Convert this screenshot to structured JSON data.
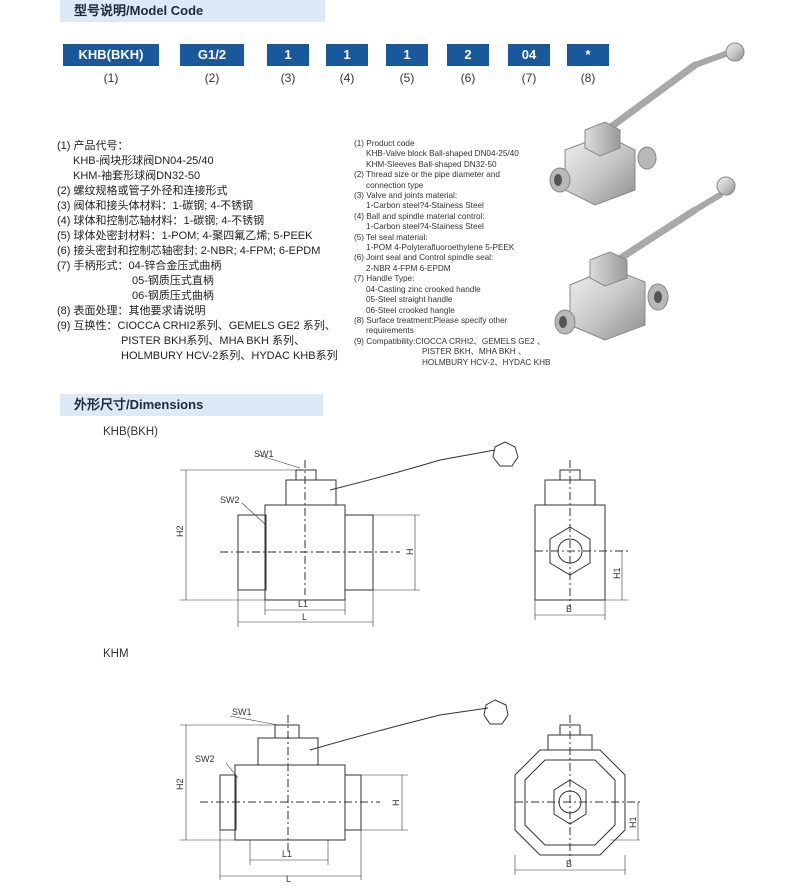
{
  "model_code": {
    "title": "型号说明/Model Code",
    "codes": [
      "KHB(BKH)",
      "G1/2",
      "1",
      "1",
      "1",
      "2",
      "04",
      "*"
    ],
    "indices": [
      "(1)",
      "(2)",
      "(3)",
      "(4)",
      "(5)",
      "(6)",
      "(7)",
      "(8)"
    ]
  },
  "cn_spec": [
    "(1) 产品代号：",
    "KHB-阀块形球阀DN04-25/40",
    "KHM-袖套形球阀DN32-50",
    "(2) 螺纹规格或管子外径和连接形式",
    "(3) 阀体和接头体材料：1-碳钢; 4-不锈钢",
    "(4) 球体和控制芯轴材料：1-碳钢; 4-不锈钢",
    "(5) 球体处密封材料：1-POM; 4-聚四氟乙烯; 5-PEEK",
    "(6) 接头密封和控制芯轴密封; 2-NBR; 4-FPM; 6-EPDM",
    "(7) 手柄形式：04-锌合金压式曲柄",
    "05-钢质压式直柄",
    "06-钢质压式曲柄",
    "(8) 表面处理：其他要求请说明",
    "(9) 互换性：CIOCCA CRHI2系列、GEMELS GE2 系列、",
    "PISTER BKH系列、MHA BKH 系列、",
    "HOLMBURY HCV-2系列、HYDAC KHB系列"
  ],
  "en_spec": [
    "(1) Product code",
    "KHB-Valve block Ball-shaped DN04-25/40",
    "KHM-Sleeves Ball-shaped DN32-50",
    "(2) Thread size or the pipe diameter and",
    "connection type",
    "(3) Valve and joints material:",
    "1-Carbon steel?4-Stainess Steel",
    "(4) Ball and spindle material control:",
    "1-Carbon steel?4-Stainess Steel",
    "(5) Tel seal material:",
    "1-POM 4-Polyterafluoroethylene  5-PEEK",
    "(6) Joint seal and Control spindle seal:",
    "2-NBR 4-FPM 6-EPDM",
    "(7) Handle Type:",
    "04-Casting zinc crooked handle",
    "05-Steel straight handle",
    "06-Steel crooked hangle",
    "(8) Surface treatment:Please specify other",
    "requirements",
    "(9) Compatibility:CIOCCA CRHI2、GEMELS GE2 、",
    "PISTER BKH、MHA BKH 、",
    "HOLMBURY HCV-2、HYDAC KHB"
  ],
  "dimensions": {
    "title": "外形尺寸/Dimensions",
    "khb_label": "KHB(BKH)",
    "khm_label": "KHM",
    "dim_labels": {
      "sw1": "SW1",
      "sw2": "SW2",
      "h2": "H2",
      "h": "H",
      "h1": "H1",
      "l1": "L1",
      "l": "L",
      "b": "B"
    }
  },
  "colors": {
    "accent": "#19589b",
    "section_bg": "#dbeaf6"
  }
}
